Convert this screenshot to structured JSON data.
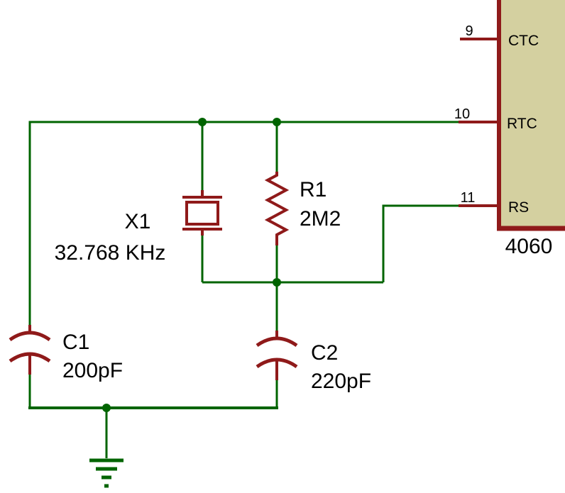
{
  "colors": {
    "wire": "#006400",
    "component": "#8f1a1a",
    "ic_fill": "#d4d0a0",
    "text": "#000000",
    "background": "#ffffff"
  },
  "ic": {
    "part_number": "4060",
    "pins": [
      {
        "number": "9",
        "name": "CTC"
      },
      {
        "number": "10",
        "name": "RTC"
      },
      {
        "number": "11",
        "name": "RS"
      }
    ]
  },
  "components": {
    "crystal": {
      "ref": "X1",
      "value": "32.768 KHz"
    },
    "resistor": {
      "ref": "R1",
      "value": "2M2"
    },
    "cap1": {
      "ref": "C1",
      "value": "200pF"
    },
    "cap2": {
      "ref": "C2",
      "value": "220pF"
    }
  }
}
